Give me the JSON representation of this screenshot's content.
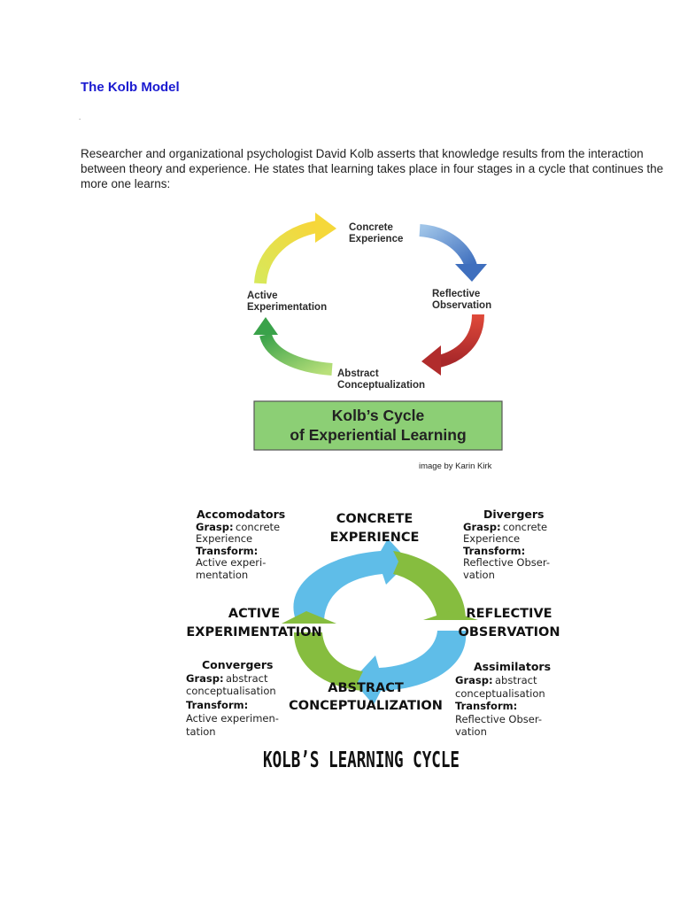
{
  "document": {
    "heading": "The Kolb Model",
    "dot": ".",
    "intro": "Researcher and organizational psychologist David Kolb asserts that knowledge results from the interaction between theory and experience. He states that learning takes place in four stages in a cycle that continues the more one learns:"
  },
  "figure1": {
    "stages": {
      "concrete_1": "Concrete",
      "concrete_2": "Experience",
      "reflective_1": "Reflective",
      "reflective_2": "Observation",
      "abstract_1": "Abstract",
      "abstract_2": "Conceptualization",
      "active_1": "Active",
      "active_2": "Experimentation"
    },
    "box_title_1": "Kolb’s Cycle",
    "box_title_2": "of Experiential Learning",
    "credit": "image by Karin Kirk",
    "colors": {
      "yellow": "#f2e23a",
      "blue": "#4f86c9",
      "red": "#c8312e",
      "green": "#6cc04a",
      "box_fill": "#8ccf75"
    }
  },
  "figure2": {
    "stages": {
      "concrete_1": "CONCRETE",
      "concrete_2": "EXPERIENCE",
      "reflective_1": "REFLECTIVE",
      "reflective_2": "OBSERVATION",
      "abstract_1": "ABSTRACT",
      "abstract_2": "CONCEPTUALIZATION",
      "active_1": "ACTIVE",
      "active_2": "EXPERIMENTATION"
    },
    "accomodators": {
      "title": "Accomodators",
      "grasp_label": "Grasp:",
      "grasp_1": "concrete",
      "grasp_2": "Experience",
      "transform_label": "Transform:",
      "transform_1": "Active experi-",
      "transform_2": "mentation"
    },
    "divergers": {
      "title": "Divergers",
      "grasp_label": "Grasp:",
      "grasp_1": "concrete",
      "grasp_2": "Experience",
      "transform_label": "Transform:",
      "transform_1": "Reflective Obser-",
      "transform_2": "vation"
    },
    "convergers": {
      "title": "Convergers",
      "grasp_label": "Grasp:",
      "grasp_1": "abstract",
      "grasp_2": "conceptualisation",
      "transform_label": "Transform:",
      "transform_1": "Active experimen-",
      "transform_2": "tation"
    },
    "assimilators": {
      "title": "Assimilators",
      "grasp_label": "Grasp:",
      "grasp_1": "abstract",
      "grasp_2": "conceptualisation",
      "transform_label": "Transform:",
      "transform_1": "Reflective Obser-",
      "transform_2": "vation"
    },
    "title": "KOLB’S LEARNING CYCLE",
    "colors": {
      "blue": "#5fbde8",
      "green": "#86bd3f"
    }
  }
}
